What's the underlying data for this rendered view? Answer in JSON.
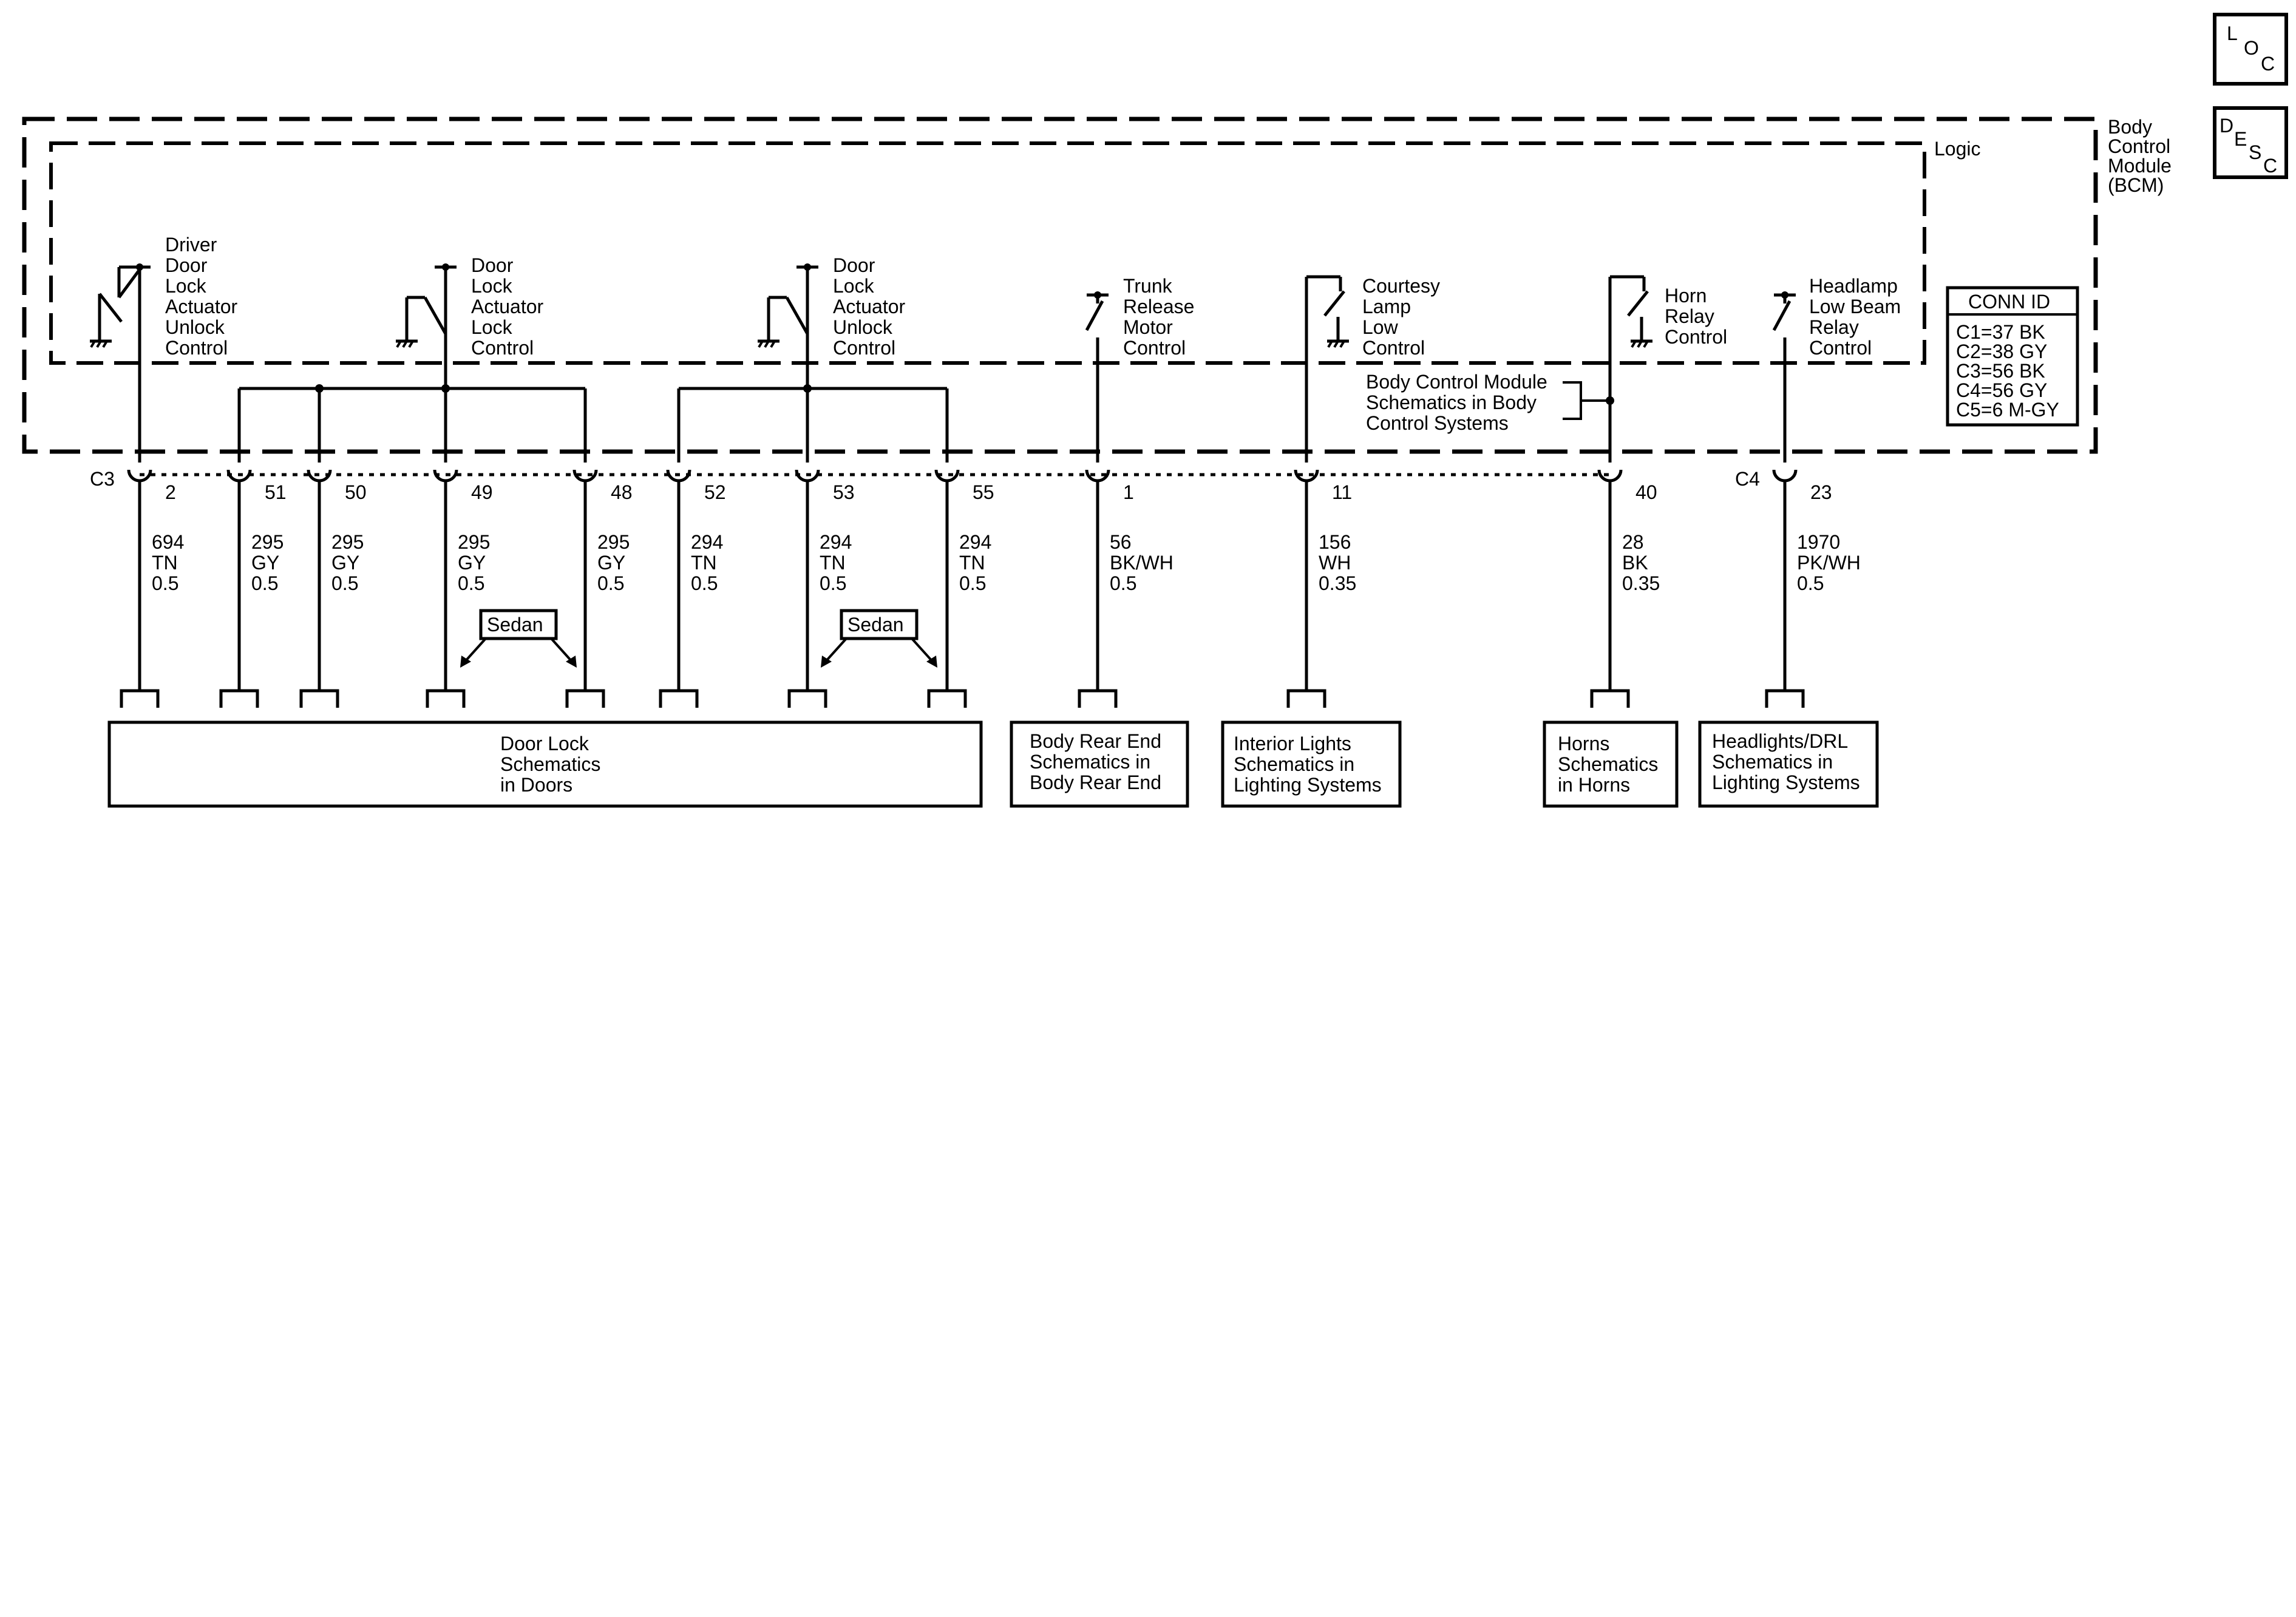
{
  "corner_icons": {
    "loc": [
      "L",
      "O",
      "C"
    ],
    "desc": [
      "D",
      "E",
      "S",
      "C"
    ]
  },
  "module": {
    "name_lines": [
      "Body",
      "Control",
      "Module",
      "(BCM)"
    ],
    "logic_label": "Logic"
  },
  "conn_id": {
    "title": "CONN ID",
    "entries": [
      "C1=37 BK",
      "C2=38 GY",
      "C3=56 BK",
      "C4=56 GY",
      "C5=6 M-GY"
    ]
  },
  "connectors": {
    "c3": "C3",
    "c4": "C4"
  },
  "switches": [
    {
      "id": "driver-unlock",
      "lines": [
        "Driver",
        "Door",
        "Lock",
        "Actuator",
        "Unlock",
        "Control"
      ]
    },
    {
      "id": "lock",
      "lines": [
        "Door",
        "Lock",
        "Actuator",
        "Lock",
        "Control"
      ]
    },
    {
      "id": "unlock",
      "lines": [
        "Door",
        "Lock",
        "Actuator",
        "Unlock",
        "Control"
      ]
    },
    {
      "id": "trunk",
      "lines": [
        "Trunk",
        "Release",
        "Motor",
        "Control"
      ]
    },
    {
      "id": "courtesy",
      "lines": [
        "Courtesy",
        "Lamp",
        "Low",
        "Control"
      ]
    },
    {
      "id": "horn",
      "lines": [
        "Horn",
        "Relay",
        "Control"
      ]
    },
    {
      "id": "headlamp",
      "lines": [
        "Headlamp",
        "Low Beam",
        "Relay",
        "Control"
      ]
    }
  ],
  "bcm_reference": [
    "Body Control Module",
    "Schematics in Body",
    "Control Systems"
  ],
  "sedan_label": "Sedan",
  "pins": [
    {
      "pin": "2",
      "circuit": "694",
      "color": "TN",
      "gauge": "0.5"
    },
    {
      "pin": "51",
      "circuit": "295",
      "color": "GY",
      "gauge": "0.5"
    },
    {
      "pin": "50",
      "circuit": "295",
      "color": "GY",
      "gauge": "0.5"
    },
    {
      "pin": "49",
      "circuit": "295",
      "color": "GY",
      "gauge": "0.5"
    },
    {
      "pin": "48",
      "circuit": "295",
      "color": "GY",
      "gauge": "0.5"
    },
    {
      "pin": "52",
      "circuit": "294",
      "color": "TN",
      "gauge": "0.5"
    },
    {
      "pin": "53",
      "circuit": "294",
      "color": "TN",
      "gauge": "0.5"
    },
    {
      "pin": "55",
      "circuit": "294",
      "color": "TN",
      "gauge": "0.5"
    },
    {
      "pin": "1",
      "circuit": "56",
      "color": "BK/WH",
      "gauge": "0.5"
    },
    {
      "pin": "11",
      "circuit": "156",
      "color": "WH",
      "gauge": "0.35"
    },
    {
      "pin": "40",
      "circuit": "28",
      "color": "BK",
      "gauge": "0.35"
    },
    {
      "pin": "23",
      "circuit": "1970",
      "color": "PK/WH",
      "gauge": "0.5"
    }
  ],
  "destinations": [
    {
      "id": "door-lock",
      "lines": [
        "Door Lock",
        "Schematics",
        "in Doors"
      ]
    },
    {
      "id": "body-rear",
      "lines": [
        "Body Rear End",
        "Schematics in",
        "Body Rear End"
      ]
    },
    {
      "id": "interior",
      "lines": [
        "Interior Lights",
        "Schematics in",
        "Lighting Systems"
      ]
    },
    {
      "id": "horns",
      "lines": [
        "Horns",
        "Schematics",
        "in Horns"
      ]
    },
    {
      "id": "headlights",
      "lines": [
        "Headlights/DRL",
        "Schematics in",
        "Lighting Systems"
      ]
    }
  ]
}
